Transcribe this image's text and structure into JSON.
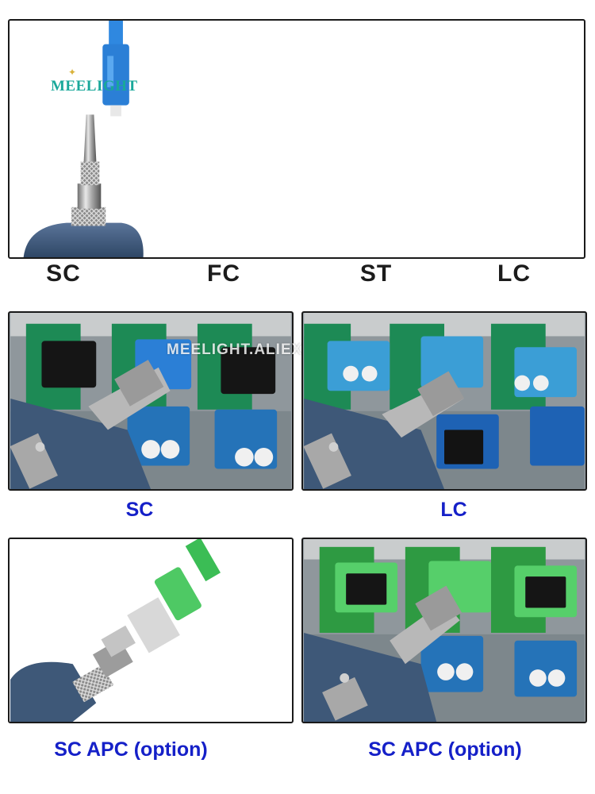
{
  "brand": {
    "logo": "MEELIGHT"
  },
  "watermark": "MEELIGHT.ALIEXPRESS.COM",
  "top_labels": [
    "SC",
    "FC",
    "ST",
    "LC"
  ],
  "photo_labels": {
    "top_left": "SC",
    "top_right": "LC",
    "bottom_left": "SC APC (option)",
    "bottom_right": "SC APC (option)"
  },
  "colors": {
    "label_blue": "#1520c8",
    "label_black": "#1c1c1c",
    "logo_teal": "#19a89a",
    "device_blue": "#3e5878",
    "adapter_blue": "#2b7fd6",
    "adapter_green": "#4ec964"
  }
}
